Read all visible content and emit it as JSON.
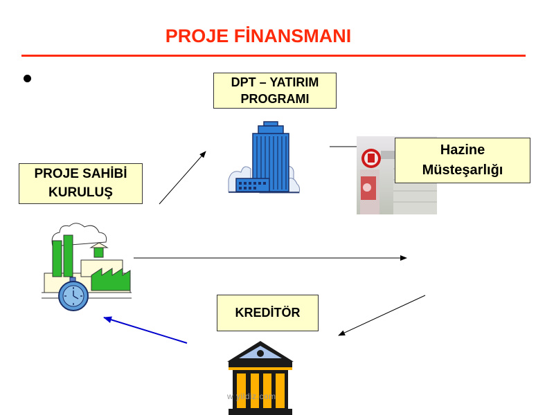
{
  "slide": {
    "title": "PROJE FİNANSMANI",
    "bullet": "",
    "footer_text": "w        yildiz.com"
  },
  "boxes": {
    "dpt": "DPT – YATIRIM\nPROGRAMI",
    "hazine": "Hazine\nMüsteşarlığı",
    "proje_sahibi": "PROJE SAHİBİ\nKURULUŞ",
    "kreditor": "KREDİTÖR"
  },
  "colors": {
    "title": "#ff2a0a",
    "box_fill": "#ffffcc",
    "arrow_black": "#000000",
    "arrow_blue": "#0000cc",
    "building_blue": "#2f7fd6",
    "factory_green": "#2fb82f"
  },
  "icons": [
    "office-building-icon",
    "hazine-building-photo-icon",
    "factory-icon",
    "bank-icon"
  ]
}
